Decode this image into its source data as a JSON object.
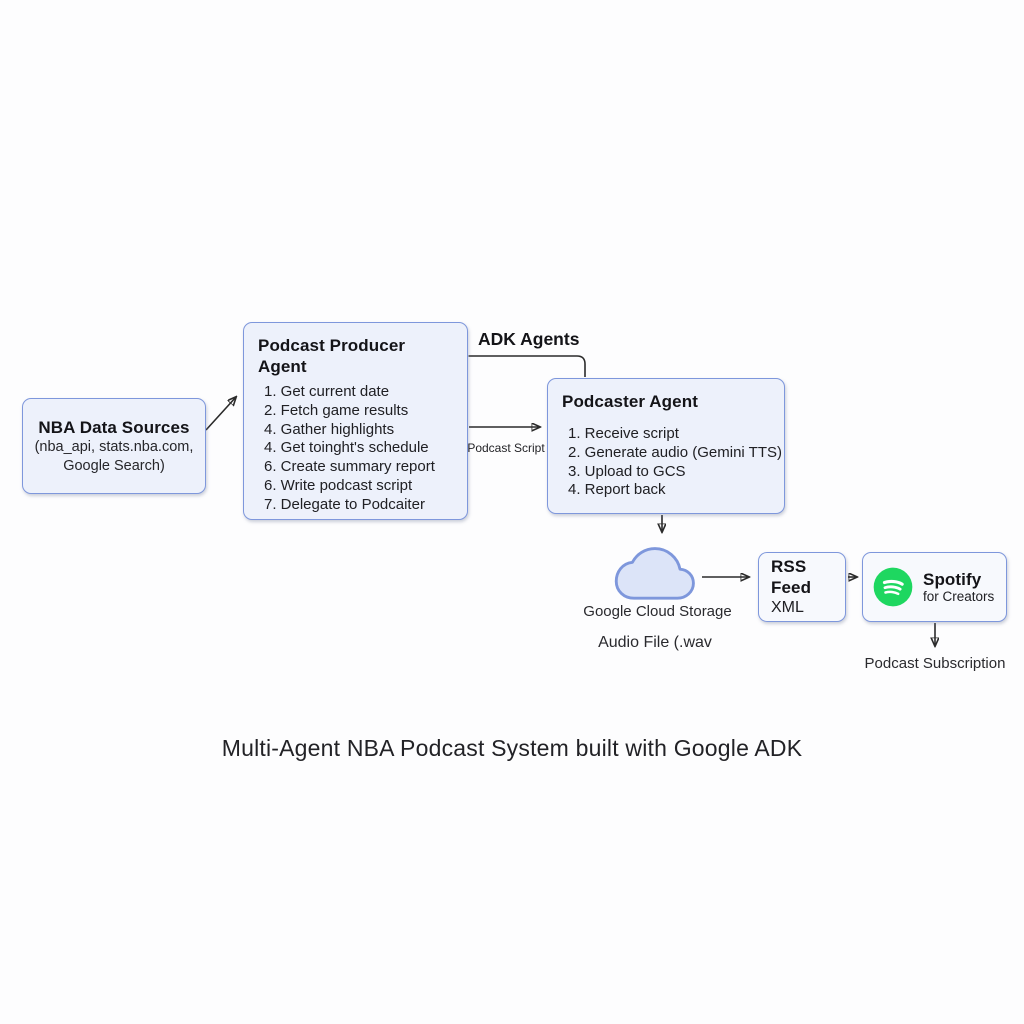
{
  "diagram": {
    "caption": "Multi-Agent NBA Podcast System built with Google ADK",
    "colors": {
      "node_fill": "#edf1fb",
      "node_fill_light": "#f7f9fd",
      "node_border": "#7e97dc",
      "arrow": "#2b2b2b",
      "text": "#1d1d1f",
      "spotify_green": "#1ed760",
      "cloud_fill": "#dce4f8",
      "cloud_border": "#7e97dc"
    },
    "nodes": {
      "nba_sources": {
        "title": "NBA Data Sources",
        "line1": "(nba_api, stats.nba.com,",
        "line2": "Google Search)"
      },
      "producer": {
        "title": "Podcast Producer Agent",
        "steps": [
          "1. Get current date",
          "2. Fetch game results",
          "4. Gather highlights",
          "4. Get toinght's schedule",
          "6. Create summary report",
          "6. Write podcast script",
          "7. Delegate to Podcaiter"
        ]
      },
      "podcaster": {
        "title": "Podcaster Agent",
        "steps": [
          "1. Receive script",
          "2. Generate audio (Gemini TTS)",
          "3. Upload to GCS",
          "4. Report back"
        ]
      },
      "gcs": {
        "label": "Google Cloud Storage",
        "sublabel": "Audio File (.wav"
      },
      "rss": {
        "title": "RSS Feed",
        "subtitle": "XML"
      },
      "spotify": {
        "title": "Spotify",
        "subtitle": "for Creators"
      }
    },
    "labels": {
      "adk_agents": "ADK Agents",
      "podcast_script": "Podcast Script",
      "podcast_subscription": "Podcast Subscription"
    }
  }
}
